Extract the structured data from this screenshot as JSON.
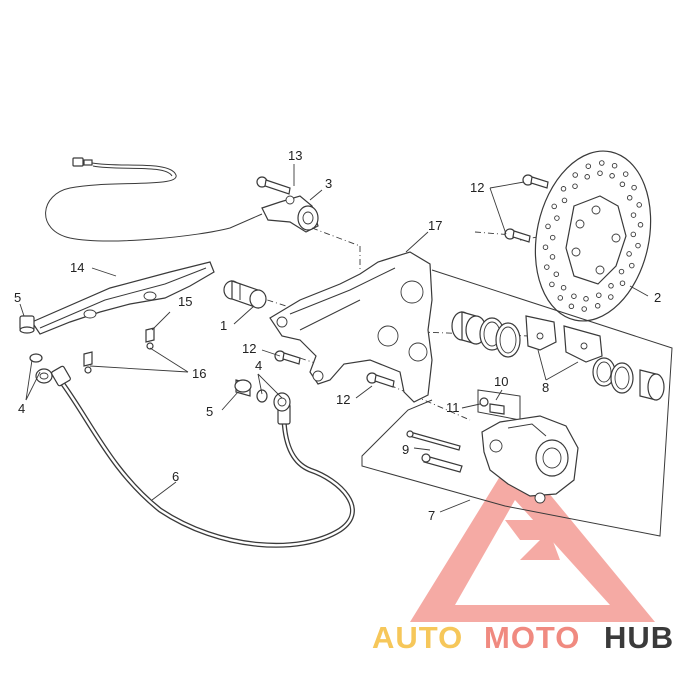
{
  "diagram": {
    "callouts": [
      {
        "id": "c1",
        "text": "1"
      },
      {
        "id": "c2",
        "text": "2"
      },
      {
        "id": "c3",
        "text": "3"
      },
      {
        "id": "c4a",
        "text": "4"
      },
      {
        "id": "c4b",
        "text": "4"
      },
      {
        "id": "c5a",
        "text": "5"
      },
      {
        "id": "c5b",
        "text": "5"
      },
      {
        "id": "c6",
        "text": "6"
      },
      {
        "id": "c7",
        "text": "7"
      },
      {
        "id": "c8",
        "text": "8"
      },
      {
        "id": "c9",
        "text": "9"
      },
      {
        "id": "c10",
        "text": "10"
      },
      {
        "id": "c11",
        "text": "11"
      },
      {
        "id": "c12a",
        "text": "12"
      },
      {
        "id": "c12b",
        "text": "12"
      },
      {
        "id": "c12c",
        "text": "12"
      },
      {
        "id": "c13",
        "text": "13"
      },
      {
        "id": "c14",
        "text": "14"
      },
      {
        "id": "c15",
        "text": "15"
      },
      {
        "id": "c16",
        "text": "16"
      },
      {
        "id": "c17",
        "text": "17"
      }
    ]
  },
  "watermark": {
    "word_1": "AUTO",
    "word_2": "MOTO",
    "word_3": "HUB",
    "colors": {
      "auto": "#f6c75a",
      "moto": "#f08a80",
      "hub": "#3a3a3a",
      "triangle": "#f28e86"
    }
  }
}
